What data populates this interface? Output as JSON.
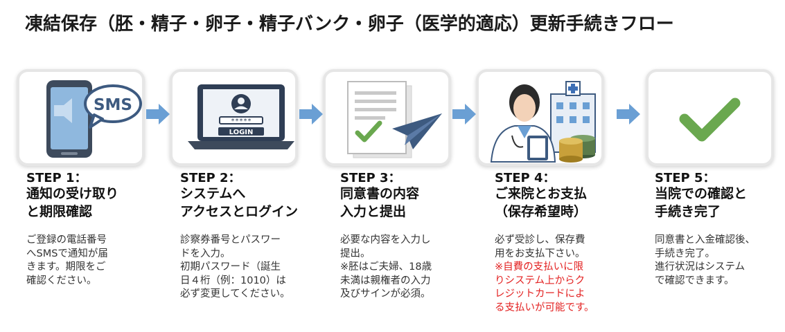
{
  "title": "凍結保存（胚・精子・卵子・精子バンク・卵子（医学的適応）更新手続きフロー",
  "steps": [
    {
      "label": "STEP 1：",
      "title_lines": [
        "通知の受け取り",
        "と期限確認"
      ],
      "desc_lines": [
        "ご登録の電話番号",
        "へSMSで通知が届",
        "きます。期限をご",
        "確認ください。"
      ],
      "icon": "phone-sms-icon",
      "sms_text": "SMS"
    },
    {
      "label": "STEP 2：",
      "title_lines": [
        "システムへ",
        "アクセスとログイン"
      ],
      "desc_lines": [
        "診察券番号とパスワー",
        "ドを入力。",
        "初期パスワード（誕生",
        "日４桁（例：1010）は",
        "必ず変更してください。"
      ],
      "icon": "laptop-login-icon",
      "login_text": "LOGIN",
      "password_mask": "*****"
    },
    {
      "label": "STEP 3：",
      "title_lines": [
        "同意書の内容",
        "入力と提出"
      ],
      "desc_lines": [
        "必要な内容を入力し",
        "提出。",
        "※胚はご夫婦、18歳",
        "未満は親権者の入力",
        "及びサインが必須。"
      ],
      "icon": "document-send-icon"
    },
    {
      "label": "STEP 4：",
      "title_lines": [
        "ご来院とお支払",
        "（保存希望時）"
      ],
      "desc_lines": [
        "必ず受診し、保存費",
        "用をお支払下さい。"
      ],
      "desc_red_lines": [
        "※自費の支払いに限",
        "りシステム上からク",
        "レジットカードによ",
        "る支払いが可能です。"
      ],
      "icon": "doctor-hospital-icon"
    },
    {
      "label": "STEP 5：",
      "title_lines": [
        "当院での確認と",
        "手続き完了"
      ],
      "desc_lines": [
        "同意書と入金確認後、",
        "手続き完了。",
        "進行状況はシステム",
        "で確認できます。"
      ],
      "icon": "checkmark-icon"
    }
  ],
  "colors": {
    "arrow": "#6a9fd4",
    "check": "#6aa84f",
    "red_note": "#e32222"
  }
}
